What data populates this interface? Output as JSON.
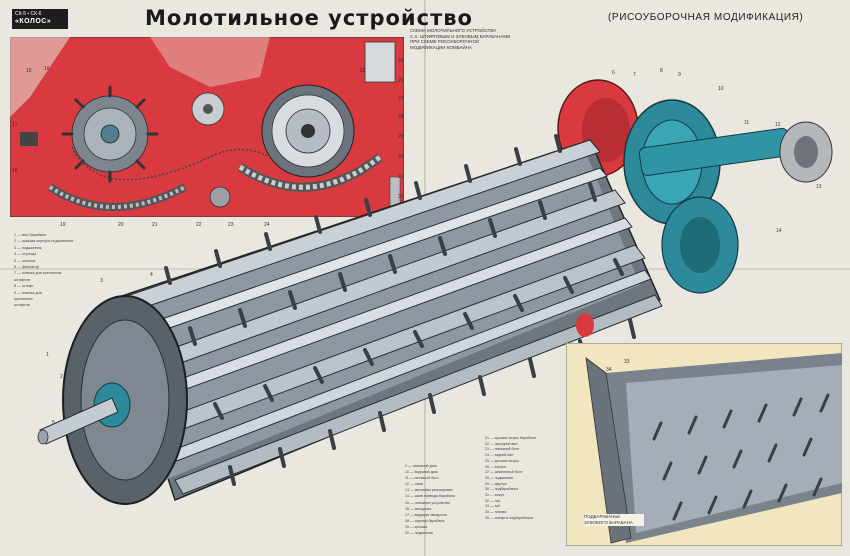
{
  "poster": {
    "badge_line1": "СК-5 • СК-6",
    "badge_line2": "«КОЛОС»",
    "title": "Молотильное устройство",
    "subtitle": "(РИСОУБОРОЧНАЯ МОДИФИКАЦИЯ)",
    "caption": "СХЕМА МОЛОТИЛЬНОГО УСТРОЙСТВА\nС.Х. ШТИФТОВЫМ И ЗУБОВЫМ БАРАБАНАМИ\nПРИ СХЕМЕ РИСОУБОРОЧНОЙ\nМОДИФИКАЦИИ КОМБАЙНА",
    "inset_caption": "ПОДБАРАБАНЬЕ\nЗУБОВОГО БАРАБАНА",
    "callouts_inset1": [
      "15",
      "16",
      "17",
      "18",
      "19",
      "20",
      "21",
      "22",
      "23",
      "24",
      "25",
      "26",
      "27",
      "28",
      "29",
      "30",
      "31",
      "32",
      "33"
    ],
    "callouts_main": [
      "1",
      "2",
      "3",
      "4",
      "5",
      "6",
      "7",
      "8",
      "9",
      "10",
      "11",
      "12",
      "13",
      "14",
      "33",
      "34"
    ],
    "legend_left": [
      "1 — вал барабана",
      "2 — крышка корпуса подшипника",
      "3 — подшипник",
      "4 — ступица",
      "5 — шпонка",
      "6 — фиксатор",
      "7 — планка для крепления",
      "    штифтов",
      "8 — штифт",
      "9 — планка для",
      "    крепления",
      "    штифтов"
    ],
    "legend_mid": [
      "9 — натяжной диск",
      "10 — ведомый диск",
      "11 — натяжной болт",
      "12 — шкив",
      "13 — механизм регулировки",
      "14 — шкив привода барабана",
      "15 — натяжное устройство",
      "16 — звездочка",
      "17 — ведущая звездочка",
      "18 — шарнир барабана",
      "19 — крышка",
      "20 — подшипник"
    ],
    "legend_right": [
      "21 — крышка опоры барабана",
      "22 — передний вал",
      "23 — натяжной болт",
      "24 — задний вал",
      "25 — крышка опоры",
      "26 — втулка",
      "27 — шпоночный болт",
      "28 — подшипник",
      "29 — фартук",
      "30 — подбарабанье",
      "31 — кожух",
      "32 — ось",
      "33 — зуб",
      "34 — планка",
      "35 — штифты подбарабанья"
    ]
  },
  "colors": {
    "background": "#e9e7df",
    "red": "#d83a3f",
    "steel": "#9aa3ad",
    "teal": "#2d8a9a",
    "cream": "#f1e6bf"
  }
}
